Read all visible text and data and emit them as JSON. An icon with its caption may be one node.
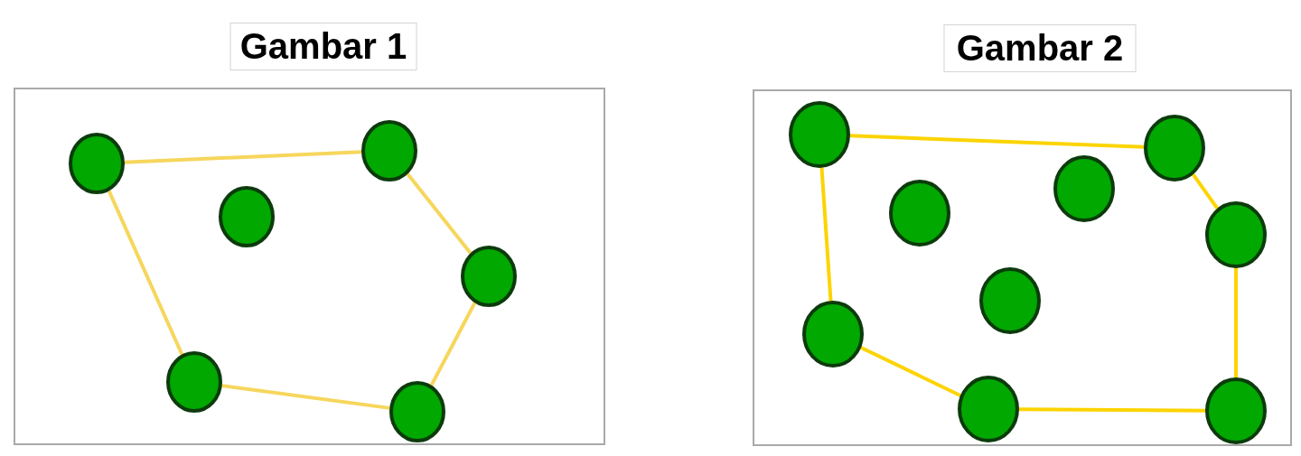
{
  "diagram": {
    "nodes": [
      {
        "text": [
          "Gambar 1"
        ]
      },
      {
        "text": [],
        "shape": "circle",
        "in": 0
      },
      {
        "text": [],
        "shape": "circle",
        "in": 0
      },
      {
        "text": [],
        "shape": "circle",
        "in": 0
      },
      {
        "text": [],
        "shape": "circle",
        "in": 0
      },
      {
        "text": [],
        "shape": "circle",
        "in": 0
      },
      {
        "text": [],
        "shape": "circle",
        "in": 0
      },
      {
        "text": [
          "Gambar 2"
        ]
      },
      {
        "text": [],
        "shape": "circle",
        "in": 7
      },
      {
        "text": [],
        "shape": "circle",
        "in": 7
      },
      {
        "text": [],
        "shape": "circle",
        "in": 7
      },
      {
        "text": [],
        "shape": "circle",
        "in": 7
      },
      {
        "text": [],
        "shape": "circle",
        "in": 7
      },
      {
        "text": [],
        "shape": "circle",
        "in": 7
      },
      {
        "text": [],
        "shape": "circle",
        "in": 7
      },
      {
        "text": [],
        "shape": "circle",
        "in": 7
      },
      {
        "text": [],
        "shape": "circle",
        "in": 7
      }
    ],
    "edges": [
      {
        "from": 1,
        "to": 2,
        "arrow": "none",
        "color": "#f6d65c"
      },
      {
        "from": 2,
        "to": 4,
        "arrow": "none",
        "color": "#f6d65c"
      },
      {
        "from": 4,
        "to": 6,
        "arrow": "none",
        "color": "#f6d65c"
      },
      {
        "from": 6,
        "to": 5,
        "arrow": "none",
        "color": "#f6d65c"
      },
      {
        "from": 5,
        "to": 1,
        "arrow": "none",
        "color": "#f6d65c"
      },
      {
        "from": 8,
        "to": 9,
        "arrow": "none"
      },
      {
        "from": 9,
        "to": 12,
        "arrow": "none"
      },
      {
        "from": 12,
        "to": 16,
        "arrow": "none"
      },
      {
        "from": 16,
        "to": 15,
        "arrow": "none"
      },
      {
        "from": 15,
        "to": 14,
        "arrow": "none"
      },
      {
        "from": 14,
        "to": 8,
        "arrow": "none"
      }
    ]
  }
}
